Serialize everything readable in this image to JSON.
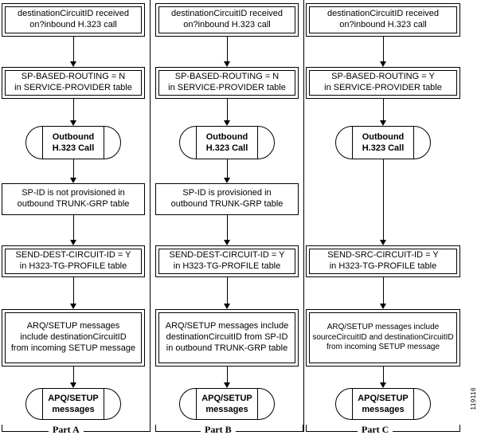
{
  "figure_number": "119116",
  "columns": [
    {
      "part_label": "Part A",
      "steps": {
        "received": "destinationCircuitID received\non?inbound H.323 call",
        "routing": "SP-BASED-ROUTING = N\nin SERVICE-PROVIDER table",
        "outbound_call": "Outbound\nH.323 Call",
        "spid": "SP-ID is not provisioned in\noutbound TRUNK-GRP table",
        "send_circuit_id": "SEND-DEST-CIRCUIT-ID = Y\nin H323-TG-PROFILE table",
        "arq_setup": "ARQ/SETUP messages\ninclude destinationCircuitID\nfrom incoming SETUP message",
        "apq_setup": "APQ/SETUP\nmessages"
      }
    },
    {
      "part_label": "Part B",
      "steps": {
        "received": "destinationCircuitID received\non?inbound H.323 call",
        "routing": "SP-BASED-ROUTING = N\nin SERVICE-PROVIDER table",
        "outbound_call": "Outbound\nH.323 Call",
        "spid": "SP-ID is provisioned in\noutbound TRUNK-GRP table",
        "send_circuit_id": "SEND-DEST-CIRCUIT-ID = Y\nin H323-TG-PROFILE table",
        "arq_setup": "ARQ/SETUP messages include\ndestinationCircuitID from SP-ID\nin outbound TRUNK-GRP table",
        "apq_setup": "APQ/SETUP\nmessages"
      }
    },
    {
      "part_label": "Part C",
      "steps": {
        "received": "destinationCircuitID received\non?inbound H.323 call",
        "routing": "SP-BASED-ROUTING = Y\nin SERVICE-PROVIDER table",
        "outbound_call": "Outbound\nH.323 Call",
        "send_circuit_id": "SEND-SRC-CIRCUIT-ID = Y\nin H323-TG-PROFILE table",
        "arq_setup": "ARQ/SETUP messages include\nsourceCircuitID and destinationCircuitID\nfrom incoming SETUP message",
        "apq_setup": "APQ/SETUP\nmessages"
      }
    }
  ]
}
